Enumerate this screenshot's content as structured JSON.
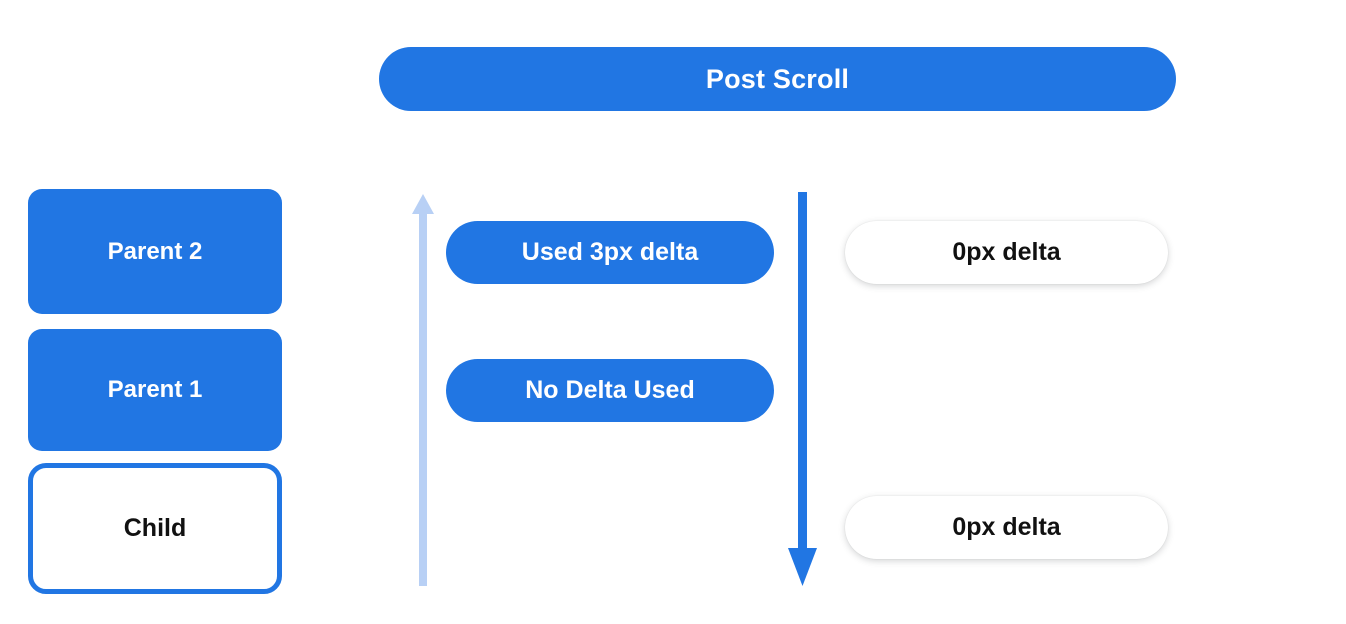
{
  "banner": {
    "label": "Post Scroll"
  },
  "colors": {
    "primary_blue": "#2176e3",
    "light_blue": "#b8d0f5",
    "white": "#ffffff",
    "text_dark": "#111111"
  },
  "left_stack": {
    "items": [
      {
        "label": "Parent 2",
        "style": "filled"
      },
      {
        "label": "Parent 1",
        "style": "filled"
      },
      {
        "label": "Child",
        "style": "outlined"
      }
    ]
  },
  "middle_column": {
    "pills": [
      {
        "label": "Used 3px delta"
      },
      {
        "label": "No Delta Used"
      }
    ],
    "up_arrow": {
      "name": "scroll-up-arrow",
      "color": "#b8d0f5",
      "direction": "up"
    }
  },
  "right_column": {
    "pills": [
      {
        "label": "0px delta"
      },
      {
        "label": "0px delta"
      }
    ],
    "down_arrow": {
      "name": "scroll-down-arrow",
      "color": "#2176e3",
      "direction": "down"
    }
  }
}
